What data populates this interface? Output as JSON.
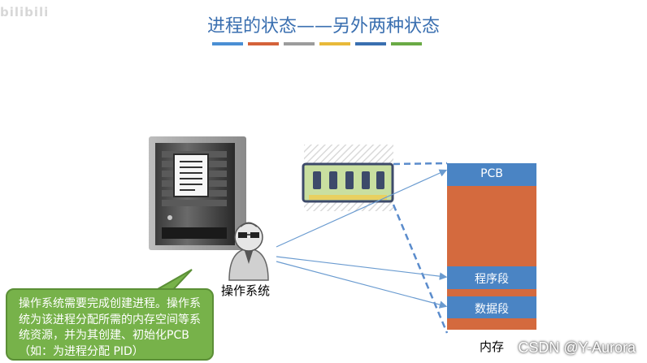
{
  "watermark": "bilibili",
  "title": "进程的状态——另外两种状态",
  "title_bar_colors": [
    "#4a8fd4",
    "#d4623a",
    "#9c9c9c",
    "#e8b93a",
    "#3a6fb0",
    "#6aaa45"
  ],
  "os_label": "操作系统",
  "memory": {
    "label": "内存",
    "segments": {
      "pcb": "PCB",
      "program": "程序段",
      "data": "数据段"
    },
    "colors": {
      "blue": "#4a84c4",
      "orange": "#d46a3e"
    }
  },
  "callout_text": "操作系统需要完成创建进程。操作系统为该进程分配所需的内存空间等系统资源，并为其创建、初始化PCB（如：为进程分配 PID）",
  "footer_watermark": "CSDN @Y-Aurora"
}
